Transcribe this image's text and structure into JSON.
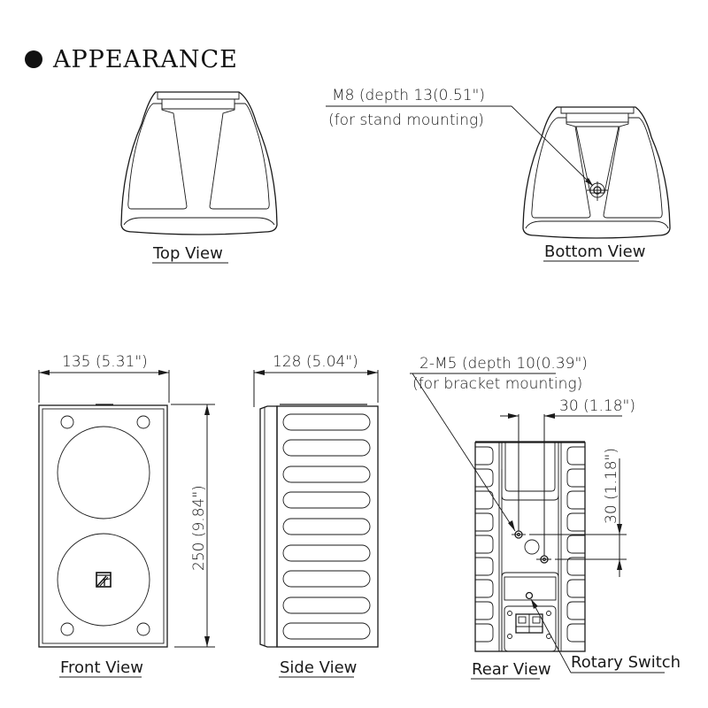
{
  "section": {
    "bullet": "●",
    "title": "APPEARANCE"
  },
  "views": {
    "top": {
      "label": "Top View"
    },
    "bottom": {
      "label": "Bottom View",
      "callout_line1": "M8 (depth 13(0.51\")",
      "callout_line2": "(for stand mounting)"
    },
    "front": {
      "label": "Front View",
      "width_dim": "135 (5.31\")",
      "height_dim": "250 (9.84\")"
    },
    "side": {
      "label": "Side View",
      "depth_dim": "128 (5.04\")",
      "slot_count": 9
    },
    "rear": {
      "label": "Rear View",
      "callout_line1": "2-M5 (depth 10(0.39\")",
      "callout_line2": "(for bracket mounting)",
      "hole_spacing_h": "30 (1.18\")",
      "hole_spacing_v": "30 (1.18\")",
      "rotary_switch_label": "Rotary Switch"
    }
  },
  "colors": {
    "line": "#1a1a1a",
    "background": "#ffffff"
  }
}
